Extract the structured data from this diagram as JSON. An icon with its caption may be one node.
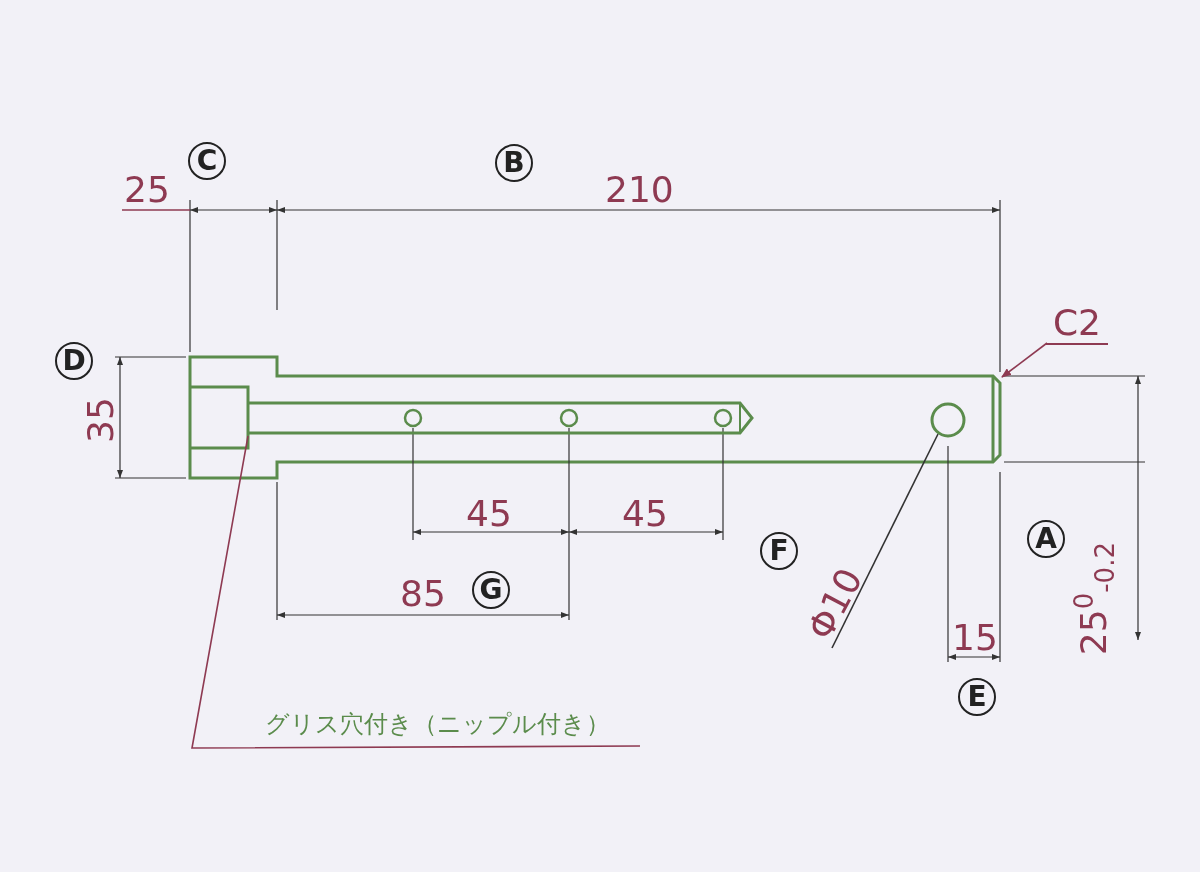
{
  "diagram": {
    "nodes": [
      {
        "text": [
          "グリス穴付き（ニップル付き）"
        ]
      },
      {
        "text": [],
        "shape": "picture"
      },
      {
        "text": [
          "C2"
        ]
      },
      {
        "text": [],
        "shape": "picture"
      },
      {
        "text": [
          "Φ10"
        ]
      },
      {
        "text": [],
        "shape": "circle"
      }
    ],
    "edges": [
      {
        "from": 0,
        "to": 1,
        "arrow": "none"
      },
      {
        "from": 2,
        "to": 3,
        "arrow": "to"
      },
      {
        "from": 4,
        "to": 5,
        "arrow": "none",
        "color": "#333333"
      }
    ],
    "labels": [
      "C",
      "B",
      "25",
      "210",
      "D",
      "35",
      "45",
      "45",
      "A",
      "F",
      "85",
      "G",
      "25$^{0}$$_{-0.2}$",
      "15",
      "E"
    ]
  }
}
